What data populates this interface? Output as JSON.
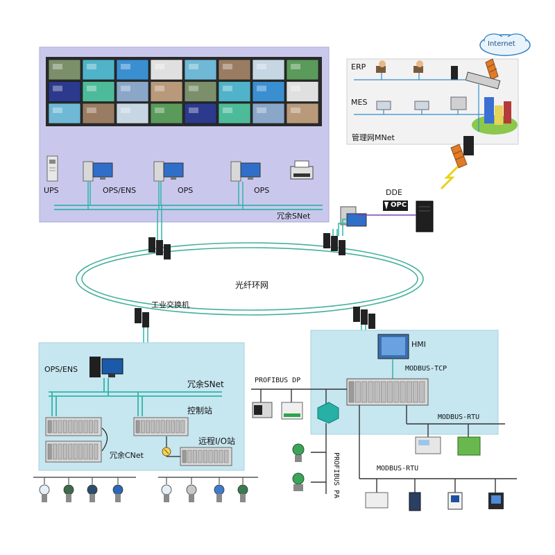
{
  "control_room": {
    "devices": [
      "UPS",
      "OPS/ENS",
      "OPS",
      "OPS"
    ],
    "network": "冗余SNet"
  },
  "management": {
    "internet": "Internet",
    "erp": "ERP",
    "mes": "MES",
    "network": "管理网MNet"
  },
  "dde": {
    "label": "DDE",
    "opc": "OPC"
  },
  "ring": {
    "label": "光纤环网",
    "switch_label": "工业交换机"
  },
  "left_station": {
    "workstation": "OPS/ENS",
    "snet": "冗余SNet",
    "control_station": "控制站",
    "remote_io": "远程I/O站",
    "cnet": "冗余CNet"
  },
  "right_station": {
    "hmi": "HMI",
    "modbus_tcp": "MODBUS-TCP",
    "profibus_dp": "PROFIBUS DP",
    "modbus_rtu_1": "MODBUS-RTU",
    "profibus_pa": "PROFIBUS PA",
    "modbus_rtu_2": "MODBUS-RTU"
  },
  "colors": {
    "control_room_bg": "#c9c8ec",
    "station_bg": "#c6e6f0",
    "network_line": "#30b4a8",
    "ring_line": "#45b09c"
  }
}
